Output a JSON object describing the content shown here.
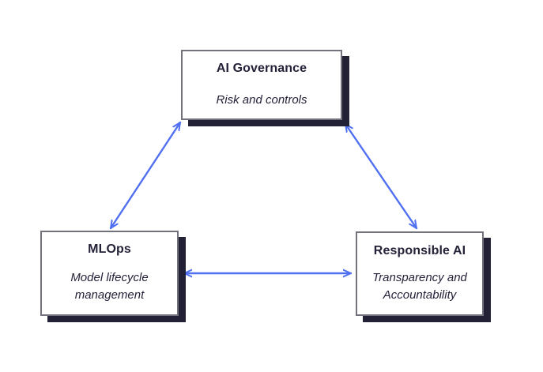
{
  "diagram": {
    "description": "Triangle diagram linking AI Governance, MLOps and Responsible AI with bidirectional arrows",
    "nodes": {
      "governance": {
        "title": "AI Governance",
        "subtitle": "Risk and controls"
      },
      "mlops": {
        "title": "MLOps",
        "subtitle": "Model lifecycle management"
      },
      "responsible_ai": {
        "title": "Responsible AI",
        "subtitle": "Transparency and Accountability"
      }
    },
    "edges": [
      {
        "from": "AI Governance",
        "to": "MLOps",
        "direction": "bidirectional"
      },
      {
        "from": "AI Governance",
        "to": "Responsible AI",
        "direction": "bidirectional"
      },
      {
        "from": "MLOps",
        "to": "Responsible AI",
        "direction": "bidirectional"
      }
    ],
    "colors": {
      "arrow": "#5170f1",
      "shadow": "#232135",
      "border": "#72727c",
      "text": "#242238",
      "background": "#ffffff"
    }
  }
}
